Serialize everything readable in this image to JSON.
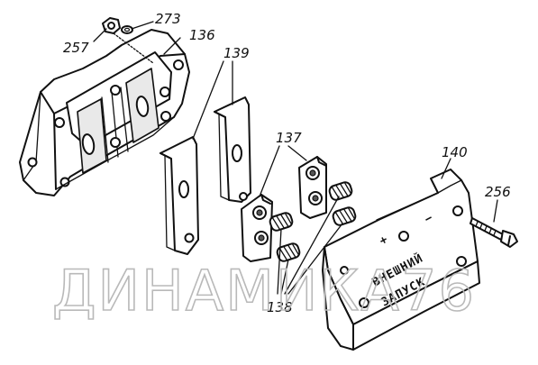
{
  "diagram": {
    "labels": {
      "p257": "257",
      "p273": "273",
      "p136": "136",
      "p139": "139",
      "p137": "137",
      "p140": "140",
      "p256": "256",
      "p138": "138"
    },
    "plate_text": {
      "line1": "ВНЕШНИЙ",
      "line2": "ЗАПУСК",
      "plus": "+",
      "minus": "−"
    }
  },
  "watermark": {
    "text": "ДИНАМИКА76"
  }
}
